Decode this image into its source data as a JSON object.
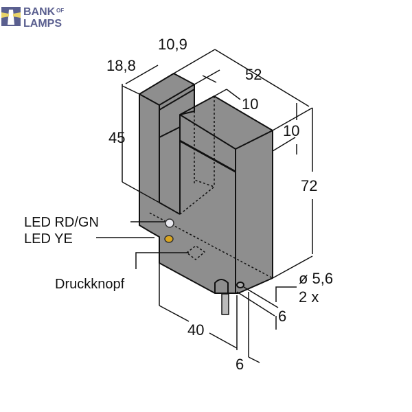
{
  "logo": {
    "line1": "BANK",
    "of": "OF",
    "line2": "LAMPS",
    "color": "#5a5f8f"
  },
  "dimensions": {
    "fork_gap": "10,9",
    "fork_width": "18,8",
    "length": "52",
    "depth_top": "10",
    "slot_depth": "10",
    "fork_height": "45",
    "height": "72",
    "hole_diameter": "ø 5,6",
    "hole_count": "2 x",
    "hole_offset_side": "6",
    "hole_spacing": "40",
    "hole_offset_bottom": "6"
  },
  "labels": {
    "led_rd_gn": "LED RD/GN",
    "led_ye": "LED YE",
    "button": "Druckknopf"
  },
  "colors": {
    "body": "#8e8e8e",
    "led_ye": "#d9a520",
    "led_rd_gn": "#e8e8ee"
  }
}
